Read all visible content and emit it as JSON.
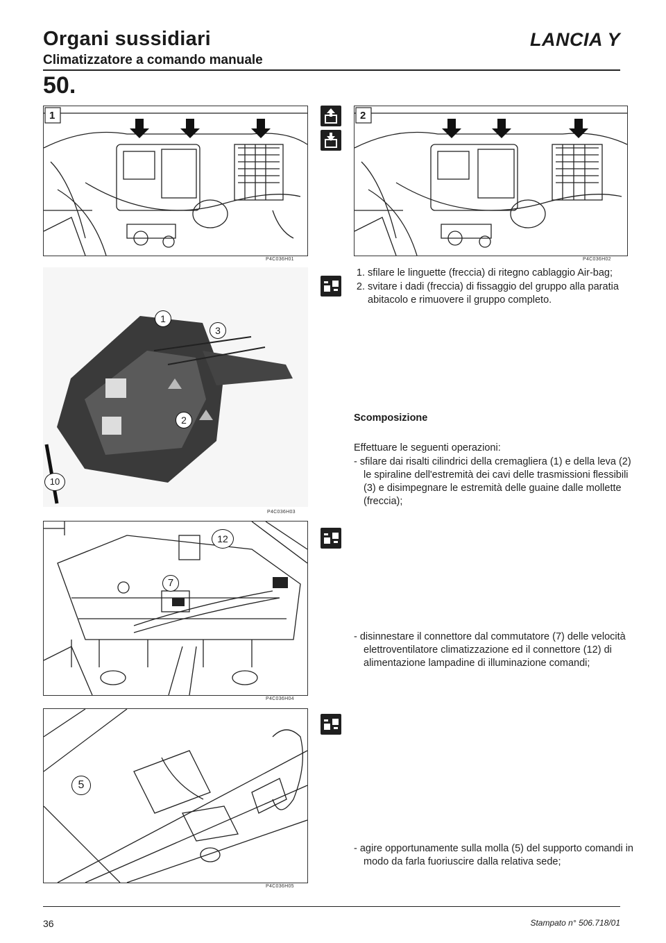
{
  "header": {
    "title": "Organi sussidiari",
    "subtitle": "Climatizzatore a comando manuale",
    "brand": "LANCIA Y",
    "section": "50."
  },
  "figures": {
    "fig1": {
      "number": "1",
      "code": "P4C036H01"
    },
    "fig2": {
      "number": "2",
      "code": "P4C036H02"
    },
    "fig3": {
      "code": "P4C036H03",
      "callouts": [
        "1",
        "2",
        "3",
        "10"
      ]
    },
    "fig4": {
      "code": "P4C036H04",
      "callouts": [
        "7",
        "12"
      ]
    },
    "fig5": {
      "code": "P4C036H05",
      "callouts": [
        "5"
      ]
    }
  },
  "symbols": [
    "remove-icon",
    "install-icon",
    "disassemble-icon",
    "disassemble-icon",
    "disassemble-icon"
  ],
  "text": {
    "step1": "sfilare le linguette (freccia) di ritegno cablaggio Air-bag;",
    "step2": "svitare i dadi (freccia) di fissaggio del gruppo alla paratia abitacolo e rimuovere il gruppo completo.",
    "scomposizione_heading": "Scomposizione",
    "intro": "Effettuare le seguenti operazioni:",
    "bullet1": "- sfilare dai risalti cilindrici della cremagliera (1) e della leva (2) le spiraline dell'estremità dei cavi delle trasmissioni flessibili (3) e disimpegnare le estremità delle guaine dalle mollette (freccia);",
    "bullet2": "- disinnestare il connettore dal commutatore (7) delle velocità elettroventilatore climatizzazione ed il connettore (12) di alimentazione lampadine di illuminazione comandi;",
    "bullet3": "- agire opportunamente sulla molla (5) del supporto comandi in modo da farla fuoriuscire dalla relativa sede;"
  },
  "footer": {
    "page_number": "36",
    "printed": "Stampato n° 506.718/01"
  }
}
